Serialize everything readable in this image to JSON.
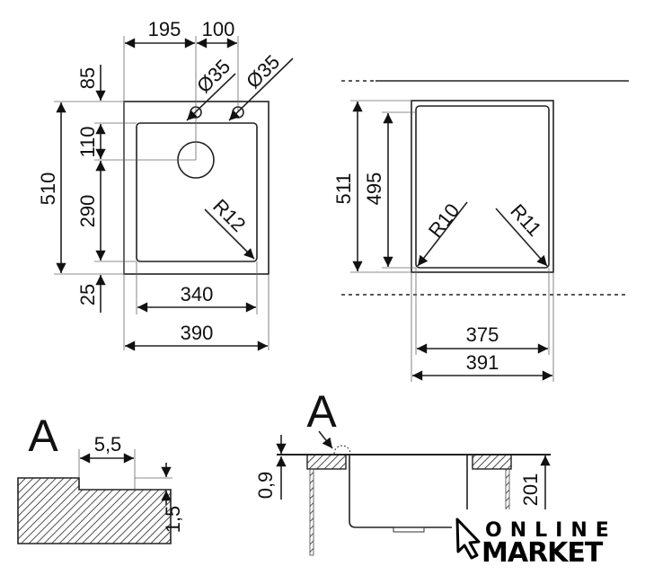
{
  "top_view": {
    "dims": {
      "d195": "195",
      "d100": "100",
      "d85": "85",
      "d110": "110",
      "d290": "290",
      "d25": "25",
      "d510": "510",
      "d340": "340",
      "d390": "390",
      "hole1": "Ø35",
      "hole2": "Ø35",
      "radius": "R12"
    }
  },
  "side_view": {
    "dims": {
      "d511": "511",
      "d495": "495",
      "d375": "375",
      "d391": "391",
      "r10": "R10",
      "r11": "R11"
    }
  },
  "detail_a": {
    "label": "A",
    "d55": "5,5",
    "d15": "1,5"
  },
  "section": {
    "label": "A",
    "d09": "0,9",
    "d201": "201"
  },
  "logo": {
    "line1": "ONLINE",
    "line2": "MARKET"
  },
  "colors": {
    "line": "#222222",
    "background": "#ffffff"
  }
}
